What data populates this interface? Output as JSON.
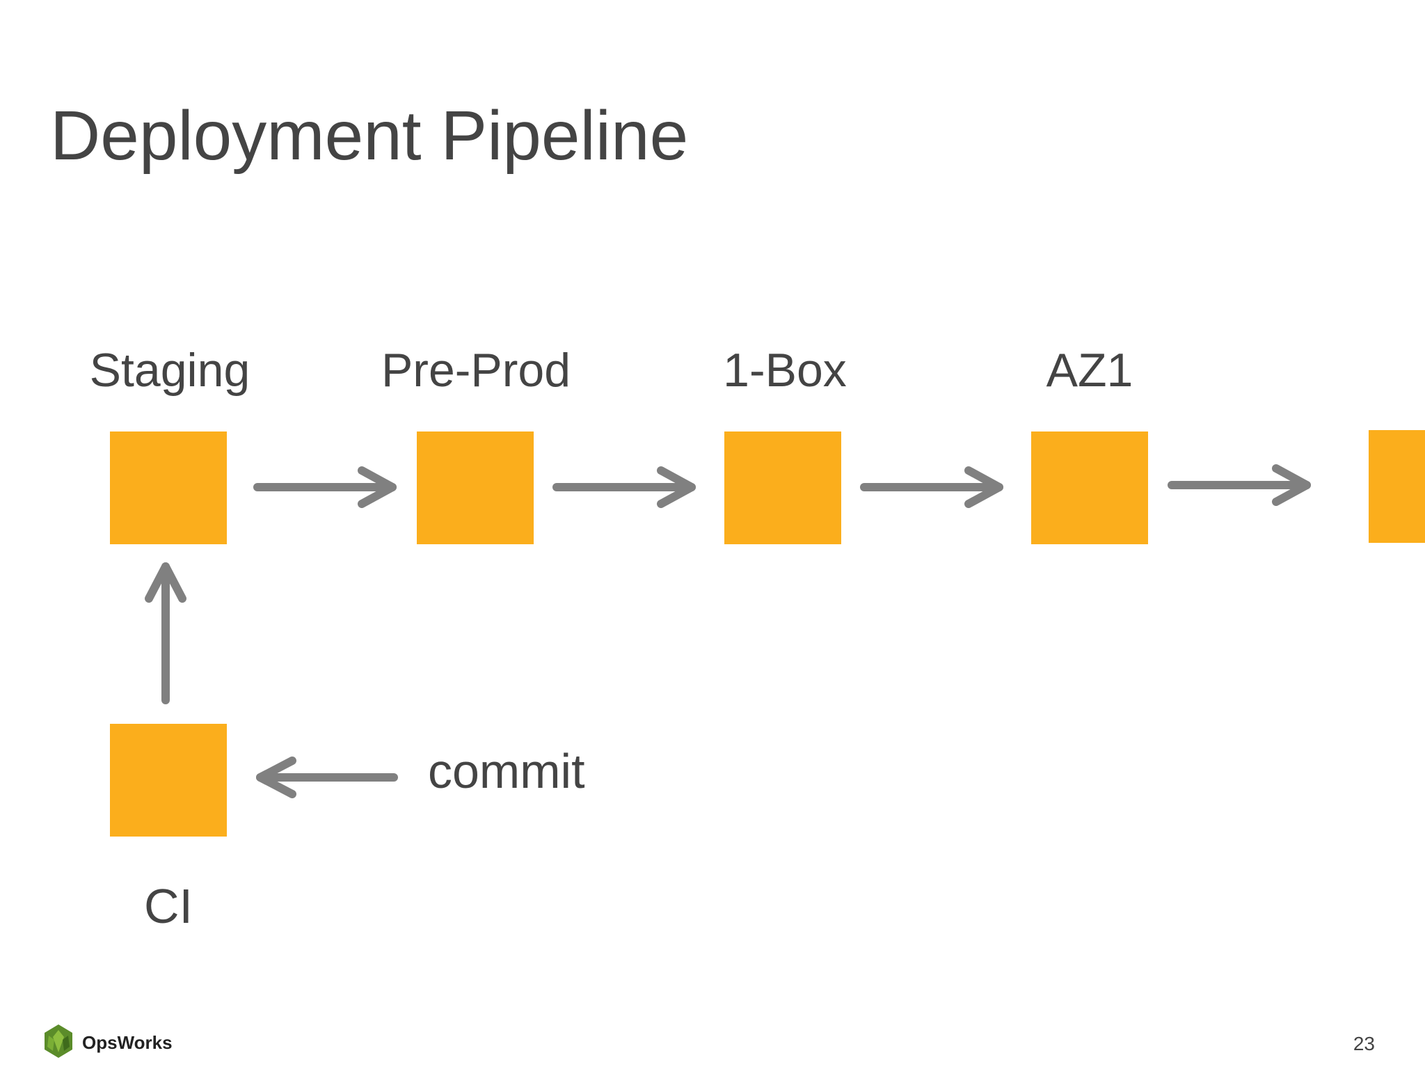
{
  "slide": {
    "title": "Deployment Pipeline",
    "page_number": "23"
  },
  "stages": [
    {
      "label": "Staging"
    },
    {
      "label": "Pre-Prod"
    },
    {
      "label": "1-Box"
    },
    {
      "label": "AZ1"
    }
  ],
  "ci": {
    "label": "CI",
    "commit_label": "commit"
  },
  "brand": {
    "name": "OpsWorks",
    "icon": "opsworks-logo-icon"
  },
  "colors": {
    "box": "#FBAE1C",
    "arrow": "#808080",
    "text": "#444444",
    "logo": "#5B8C2A"
  }
}
